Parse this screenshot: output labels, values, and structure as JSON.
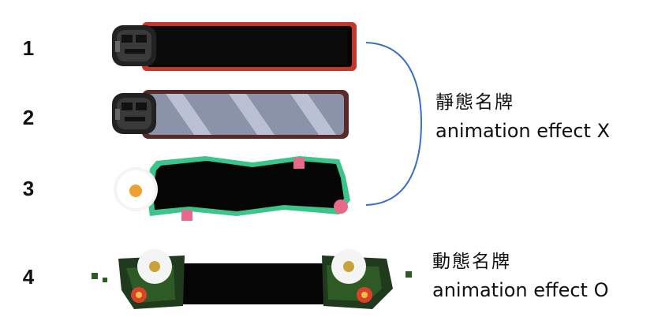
{
  "rows": [
    {
      "number": "1"
    },
    {
      "number": "2"
    },
    {
      "number": "3"
    },
    {
      "number": "4"
    }
  ],
  "captions": {
    "static": {
      "cjk": "靜態名牌",
      "en": "animation effect X"
    },
    "animated": {
      "cjk": "動態名牌",
      "en": "animation effect O"
    }
  },
  "colors": {
    "plate_fill": "#050505",
    "plate1_border": "#c0392b",
    "plate2_fill": "#8a93a8",
    "plate2_stripe": "#c8d0e0",
    "vine_green": "#3cc48a",
    "daisy_petal": "#f4f4f4",
    "daisy_center": "#f0a030",
    "flower_pink": "#e86a8a",
    "bracket_blue": "#3a6fc0",
    "foliage_dark": "#1f3a1c"
  }
}
